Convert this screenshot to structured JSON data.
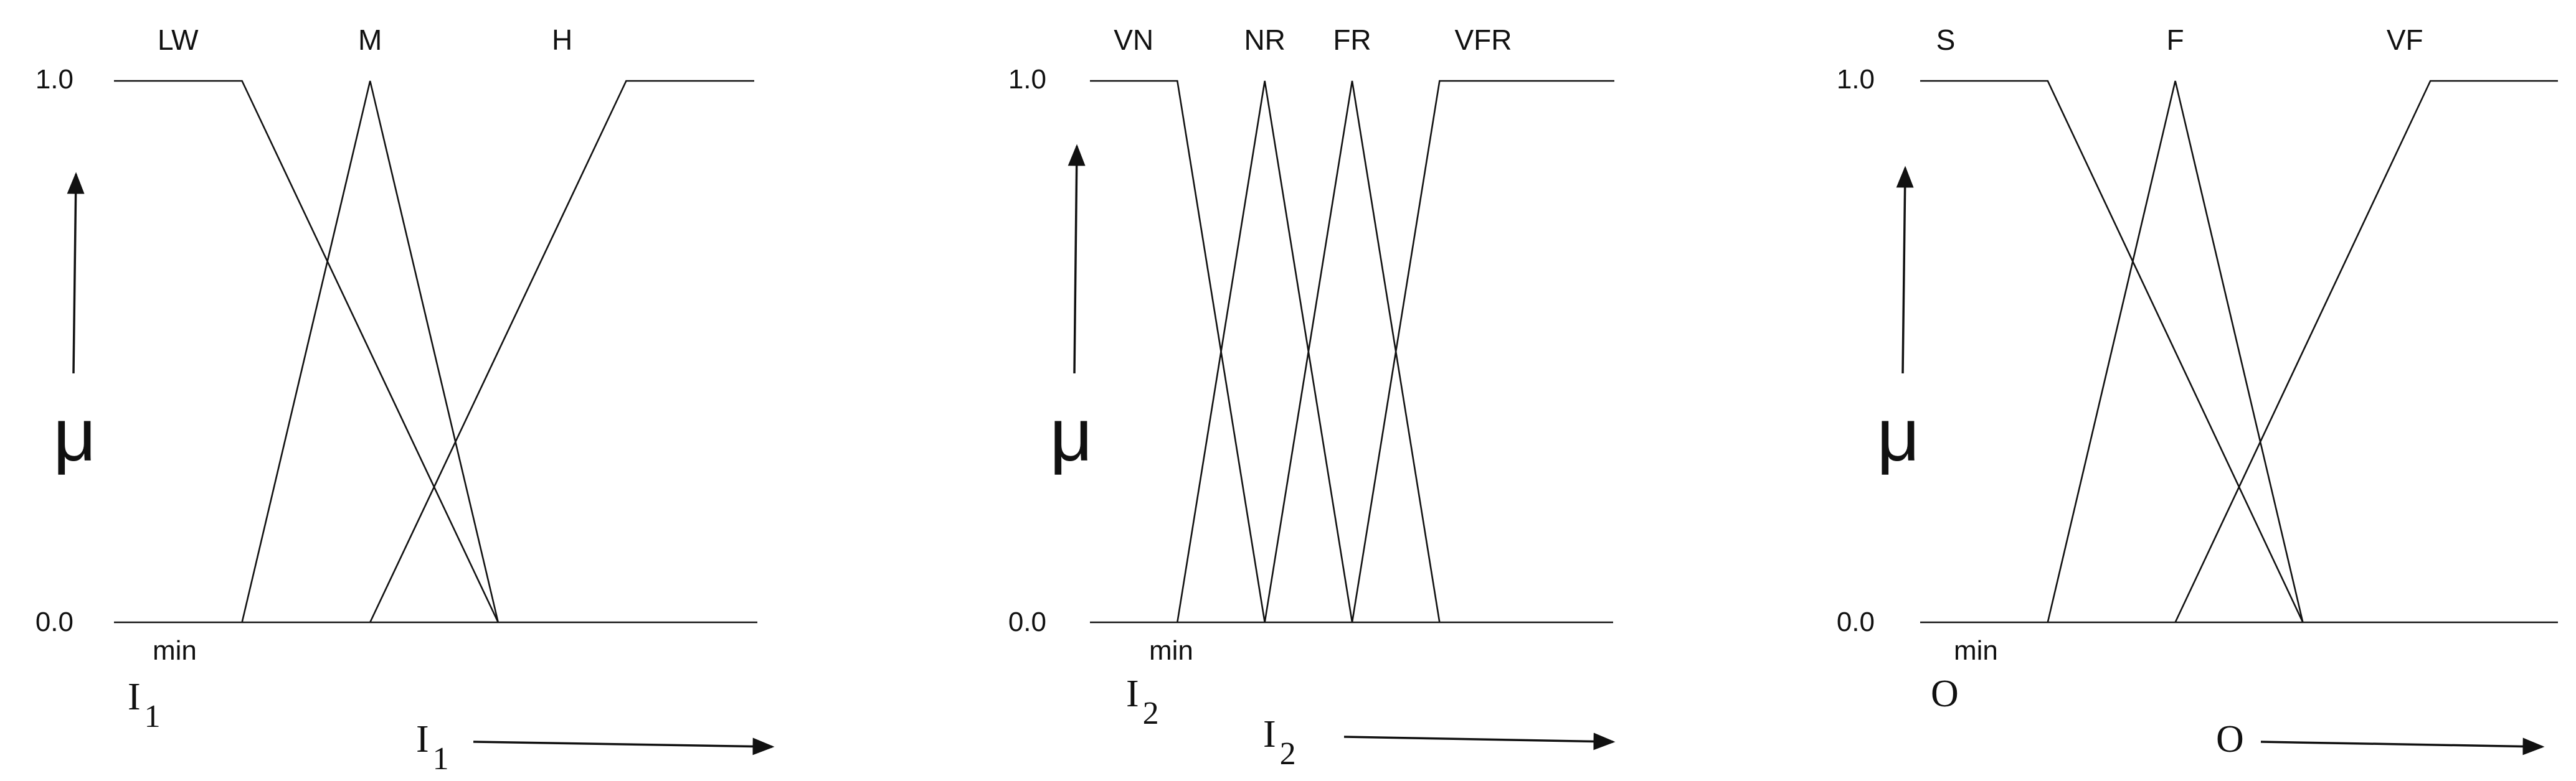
{
  "colors": {
    "line": "#111111",
    "background": "#ffffff"
  },
  "chart_data": [
    {
      "type": "line",
      "ylabel": "μ",
      "ytick_labels": [
        "1.0",
        "0.0"
      ],
      "ylim": [
        0,
        1
      ],
      "xlim": [
        0,
        5
      ],
      "min_label": "min",
      "variable": {
        "base": "I",
        "sub": "1"
      },
      "axis_variable": {
        "base": "I",
        "sub": "1"
      },
      "series": [
        {
          "name": "LW",
          "label_x": 0.5,
          "x": [
            0,
            1,
            3
          ],
          "y": [
            1,
            1,
            0
          ]
        },
        {
          "name": "M",
          "label_x": 2,
          "x": [
            1,
            2,
            3
          ],
          "y": [
            0,
            1,
            0
          ]
        },
        {
          "name": "H",
          "label_x": 3.5,
          "x": [
            2,
            4,
            5
          ],
          "y": [
            0,
            1,
            1
          ]
        }
      ]
    },
    {
      "type": "line",
      "ylabel": "μ",
      "ytick_labels": [
        "1.0",
        "0.0"
      ],
      "ylim": [
        0,
        1
      ],
      "xlim": [
        0,
        6
      ],
      "min_label": "min",
      "variable": {
        "base": "I",
        "sub": "2"
      },
      "axis_variable": {
        "base": "I",
        "sub": "2"
      },
      "series": [
        {
          "name": "VN",
          "label_x": 0.5,
          "x": [
            0,
            1,
            2
          ],
          "y": [
            1,
            1,
            0
          ]
        },
        {
          "name": "NR",
          "label_x": 2,
          "x": [
            1,
            2,
            3
          ],
          "y": [
            0,
            1,
            0
          ]
        },
        {
          "name": "FR",
          "label_x": 3,
          "x": [
            2,
            3,
            4
          ],
          "y": [
            0,
            1,
            0
          ]
        },
        {
          "name": "VFR",
          "label_x": 4.5,
          "x": [
            3,
            4,
            6
          ],
          "y": [
            0,
            1,
            1
          ]
        }
      ]
    },
    {
      "type": "line",
      "ylabel": "μ",
      "ytick_labels": [
        "1.0",
        "0.0"
      ],
      "ylim": [
        0,
        1
      ],
      "xlim": [
        0,
        5
      ],
      "min_label": "min",
      "variable": {
        "base": "O",
        "sub": ""
      },
      "axis_variable": {
        "base": "O",
        "sub": ""
      },
      "series": [
        {
          "name": "S",
          "label_x": 0.2,
          "x": [
            0,
            1,
            3
          ],
          "y": [
            1,
            1,
            0
          ]
        },
        {
          "name": "F",
          "label_x": 2,
          "x": [
            1,
            2,
            3
          ],
          "y": [
            0,
            1,
            0
          ]
        },
        {
          "name": "VF",
          "label_x": 3.8,
          "x": [
            2,
            4,
            5
          ],
          "y": [
            0,
            1,
            1
          ]
        }
      ]
    }
  ]
}
